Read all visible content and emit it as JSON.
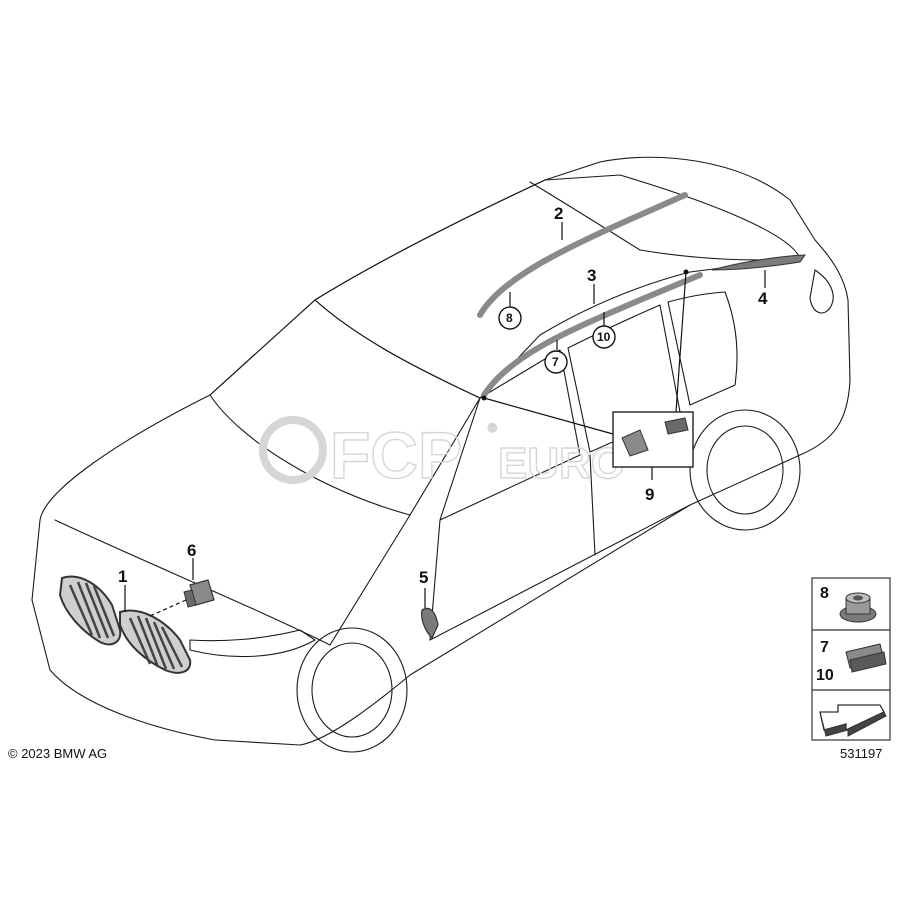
{
  "callouts": {
    "grille": "1",
    "roof_molding_left": "2",
    "roof_molding_right": "3",
    "rear_spoiler_trim": "4",
    "fender_trim": "5",
    "sensor": "6"
  },
  "circled_refs": {
    "under_2": "8",
    "under_3": "10",
    "on_roof_molding": "7"
  },
  "group_callout": "9",
  "legend": {
    "nut_label": "8",
    "clip_labels": [
      "7",
      "10"
    ]
  },
  "copyright": "© 2023 BMW AG",
  "diagram_number": "531197",
  "watermark": {
    "brand_main": "FCP",
    "brand_suffix": "EURO",
    "registered": "®"
  },
  "colors": {
    "line": "#1a1a1a",
    "part_fill": "#7a7a7a",
    "part_dark": "#555555",
    "watermark": "#d6d6d6"
  }
}
